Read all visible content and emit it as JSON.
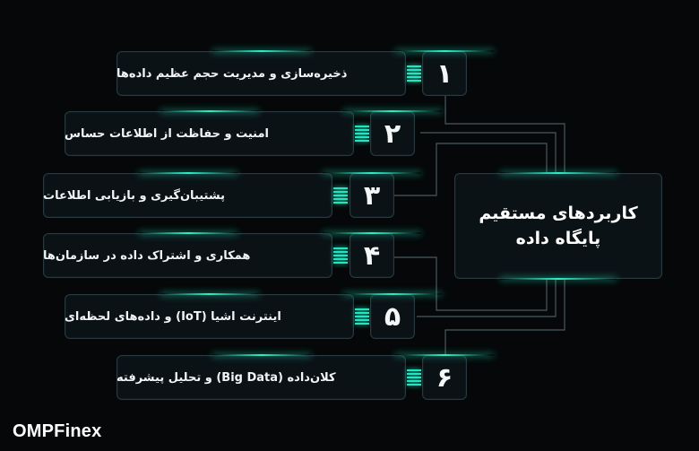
{
  "hub": {
    "line1": "کاربردهای مستقیم",
    "line2": "پایگاه داده"
  },
  "items": [
    {
      "number": "۱",
      "label": "ذخیره‌سازی و مدیریت حجم عظیم داده‌ها"
    },
    {
      "number": "۲",
      "label": "امنیت و حفاظت از اطلاعات حساس"
    },
    {
      "number": "۳",
      "label": "پشتیبان‌گیری و بازیابی اطلاعات"
    },
    {
      "number": "۴",
      "label": "همکاری و اشتراک داده در سازمان‌ها"
    },
    {
      "number": "۵",
      "label": "اینترنت اشیا (IoT) و داده‌های لحظه‌ای"
    },
    {
      "number": "۶",
      "label": "کلان‌داده (Big Data) و تحلیل پیشرفته"
    }
  ],
  "brand": {
    "text": "OMPFinex"
  },
  "colors": {
    "accent": "#29f0c8",
    "background": "#050708",
    "border": "#2a3940"
  }
}
